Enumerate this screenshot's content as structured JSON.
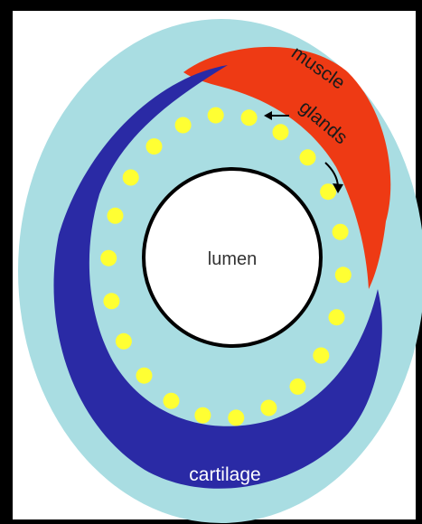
{
  "labels": {
    "muscle": "muscle",
    "glands": "glands",
    "lumen": "lumen",
    "cartilage": "cartilage"
  },
  "colors": {
    "background": "#000000",
    "panel": "#ffffff",
    "submucosa": "#a9dde2",
    "cartilage": "#2a2aa5",
    "muscle": "#ee3a14",
    "glands": "#ffff33",
    "lumen_fill": "#ffffff",
    "lumen_border": "#000000",
    "text": "#1a1a1a"
  },
  "gland_count": 22
}
